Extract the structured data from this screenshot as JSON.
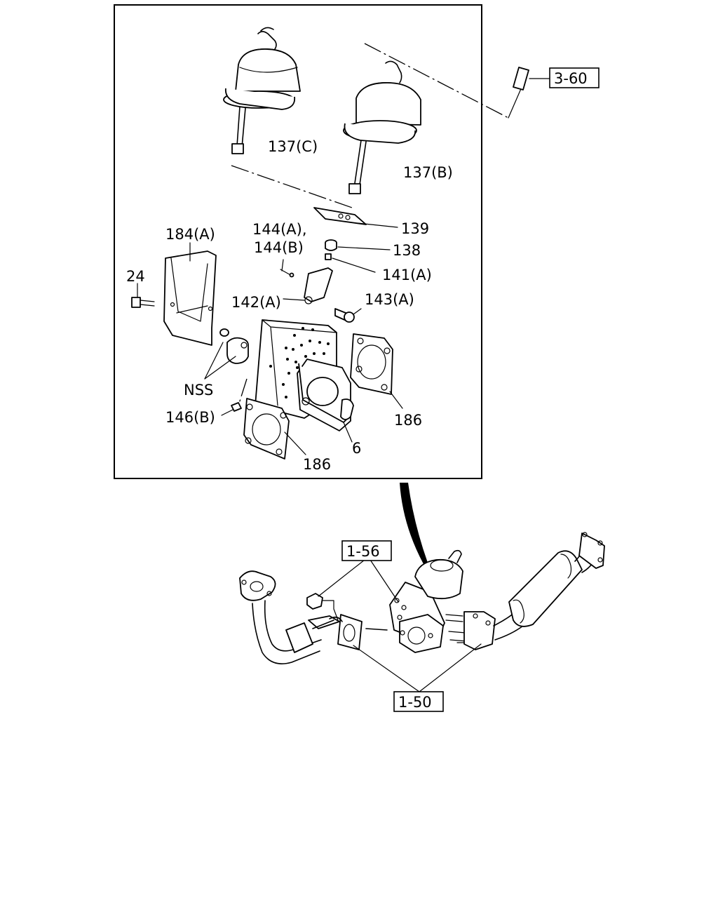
{
  "labels": {
    "p137c": "137(C)",
    "p137b": "137(B)",
    "ref360": "3-60",
    "p139": "139",
    "p184a": "184(A)",
    "p144a": "144(A),",
    "p144b": "144(B)",
    "p138": "138",
    "p141a": "141(A)",
    "p24": "24",
    "p142a": "142(A)",
    "p143a": "143(A)",
    "nss": "NSS",
    "p146b": "146(B)",
    "p186a": "186",
    "p186b": "186",
    "p6": "6",
    "ref156": "1-56",
    "ref150": "1-50"
  },
  "icons": {
    "actuator": "vacuum-actuator-icon",
    "exhaust": "exhaust-pipe-icon"
  }
}
